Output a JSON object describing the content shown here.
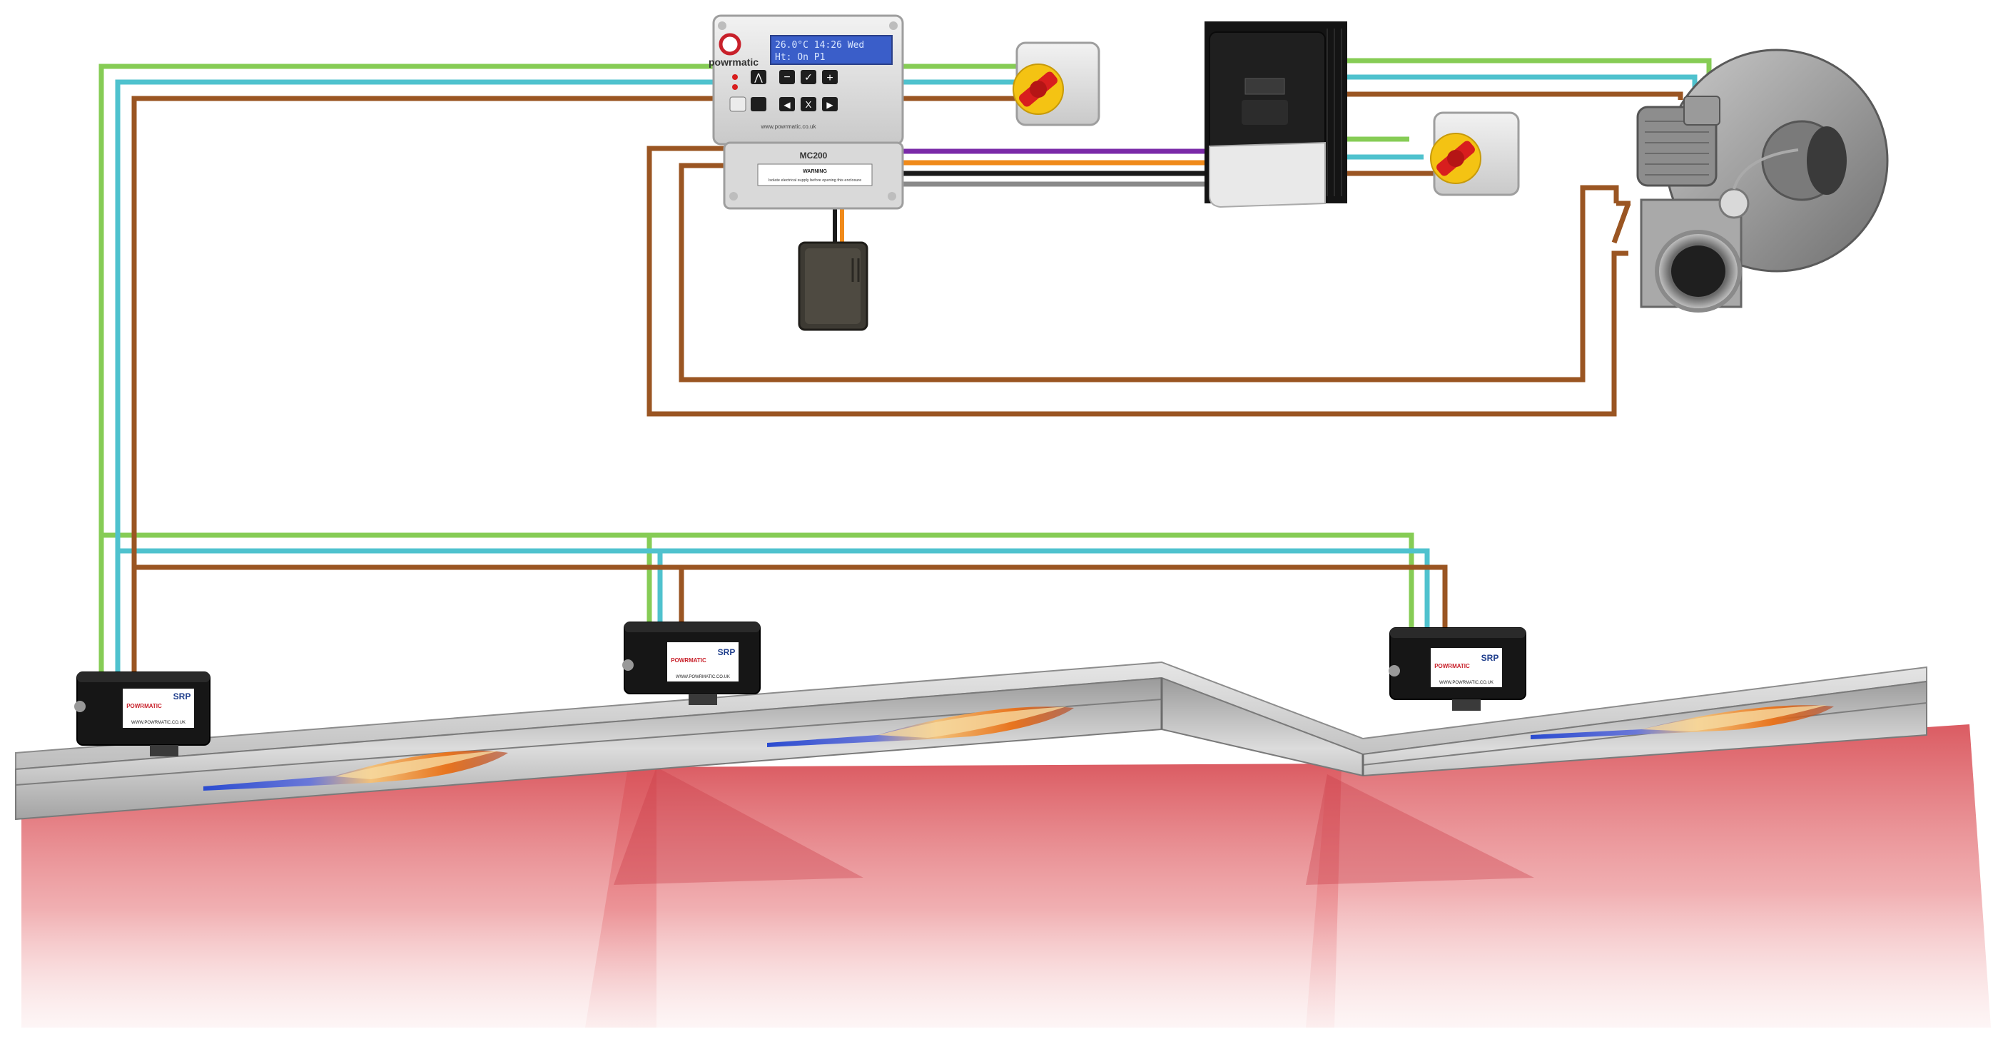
{
  "diagram": {
    "controller": {
      "brand": "powrmatic",
      "model": "MC200",
      "lcd_line1": "26.0°C 14:26 Wed",
      "lcd_line2": "Ht: On P1",
      "website": "www.powrmatic.co.uk",
      "warning_title": "WARNING",
      "warning_text": "Isolate electrical supply before opening this enclosure"
    },
    "burner_labels": {
      "brand": "POWRMATIC",
      "model": "SRP",
      "website": "WWW.POWRMATIC.CO.UK"
    },
    "wire_colors": {
      "earth": "#86cc55",
      "neutral": "#4fc2ce",
      "live": "#9a5522",
      "purple": "#7a2aa8",
      "orange": "#f08a1a",
      "black": "#1a1a1a",
      "grey": "#8a8a8a"
    },
    "accent_colors": {
      "heat_red": "#d9535a",
      "isolator_red": "#d81e1e",
      "isolator_yellow": "#f4c313"
    }
  }
}
